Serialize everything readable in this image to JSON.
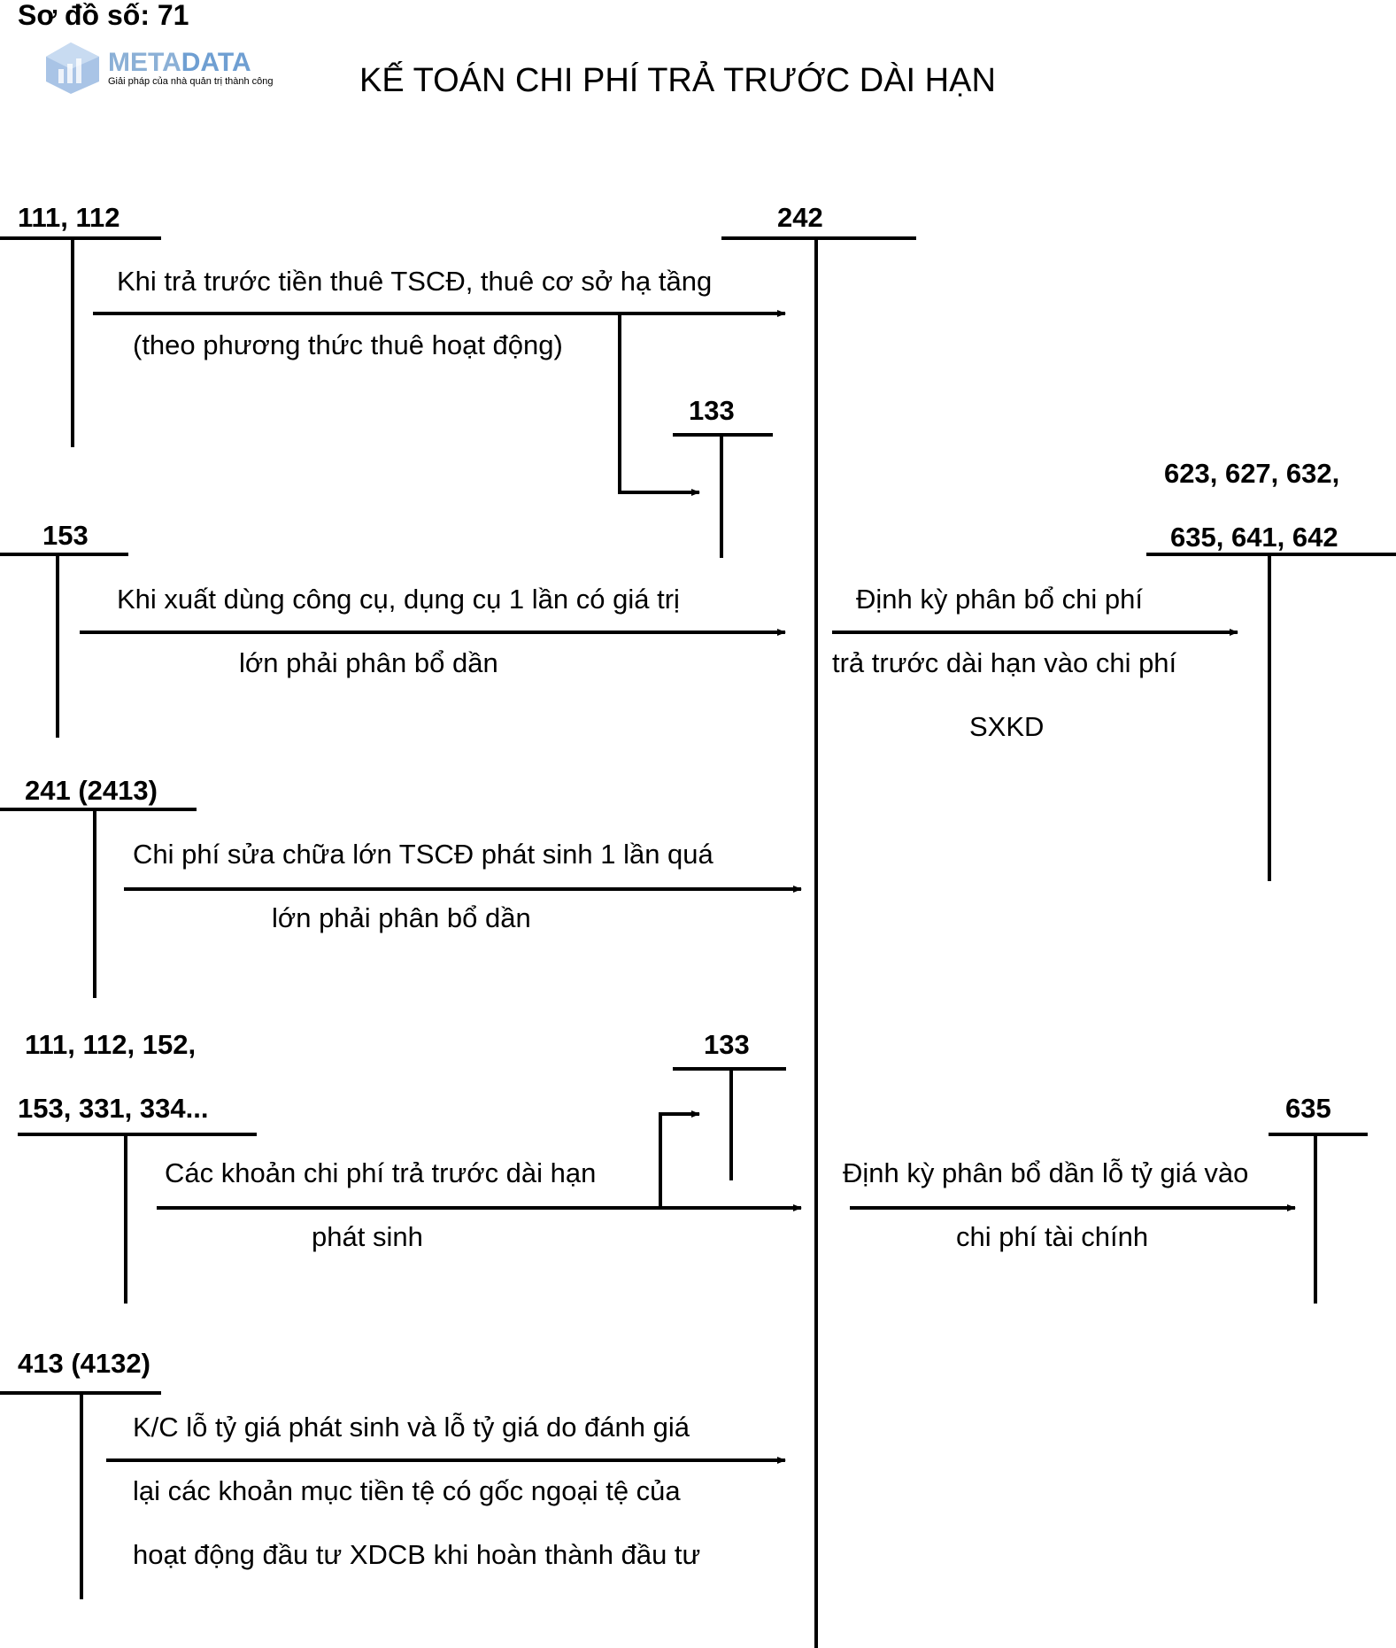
{
  "header": {
    "diagram_number": "Sơ đồ số: 71",
    "title": "KẾ TOÁN  CHI PHÍ TRẢ TRƯỚC DÀI HẠN"
  },
  "logo": {
    "brand_part1": "META",
    "brand_part2": "DATA",
    "tagline": "Giải pháp của nhà quản trị thành công",
    "colors": {
      "meta": "#8bb0d6",
      "data": "#6f9fd2",
      "icon": "#7fa8d8"
    }
  },
  "accounts": {
    "a111_112": "111, 112",
    "a242": "242",
    "a133_top": "133",
    "a623_line1": "623, 627, 632,",
    "a623_line2": "635, 641, 642",
    "a153": "153",
    "a241": "241 (2413)",
    "a111_multi_line1": "111, 112, 152,",
    "a111_multi_line2": "153, 331, 334...",
    "a133_bottom": "133",
    "a635": "635",
    "a413": "413 (4132)"
  },
  "entries": {
    "e1_line1": "Khi trả trước tiền thuê TSCĐ, thuê cơ sở hạ tầng",
    "e1_line2": "(theo phương thức thuê hoạt động)",
    "e2_line1": "Khi xuất dùng công cụ, dụng cụ 1 lần có giá trị",
    "e2_line2": "lớn phải phân bổ dần",
    "e3_line1": "Chi phí sửa chữa lớn TSCĐ phát sinh 1 lần quá",
    "e3_line2": "lớn phải phân bổ dần",
    "e4_line1": "Các khoản chi phí trả trước dài hạn",
    "e4_line2": "phát sinh",
    "e5_line1": "K/C lỗ tỷ giá phát sinh và lỗ tỷ giá do đánh giá",
    "e5_line2": "lại các khoản mục tiền tệ có gốc ngoại tệ của",
    "e5_line3": "hoạt động đầu tư XDCB khi hoàn thành đầu tư",
    "e6_line1": "Định kỳ phân bổ chi phí",
    "e6_line2": "trả trước dài hạn vào chi phí",
    "e6_line3": "SXKD",
    "e7_line1": "Định kỳ phân bổ dần lỗ tỷ giá vào",
    "e7_line2": "chi phí tài chính"
  }
}
